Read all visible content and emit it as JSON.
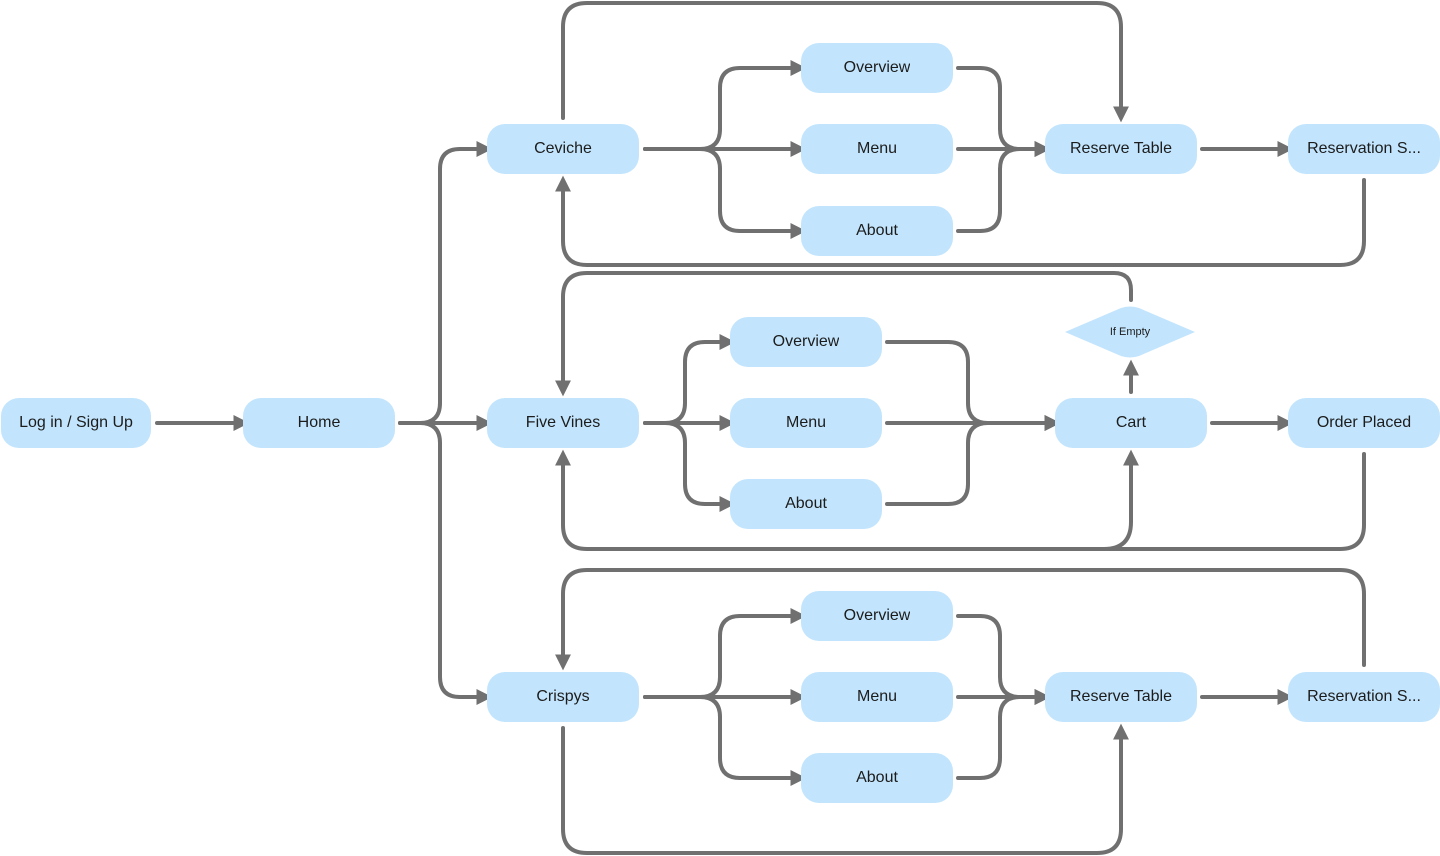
{
  "nodes": {
    "login": "Log in / Sign Up",
    "home": "Home",
    "ceviche": {
      "name": "Ceviche",
      "overview": "Overview",
      "menu": "Menu",
      "about": "About",
      "reserve": "Reserve Table",
      "reservation": "Reservation S..."
    },
    "five_vines": {
      "name": "Five Vines",
      "overview": "Overview",
      "menu": "Menu",
      "about": "About",
      "decision": "If Empty",
      "cart": "Cart",
      "order": "Order Placed"
    },
    "crispys": {
      "name": "Crispys",
      "overview": "Overview",
      "menu": "Menu",
      "about": "About",
      "reserve": "Reserve Table",
      "reservation": "Reservation S..."
    }
  },
  "colors": {
    "node_fill": "#c2e5fd",
    "connector": "#707070",
    "text": "#1c1c1c"
  }
}
